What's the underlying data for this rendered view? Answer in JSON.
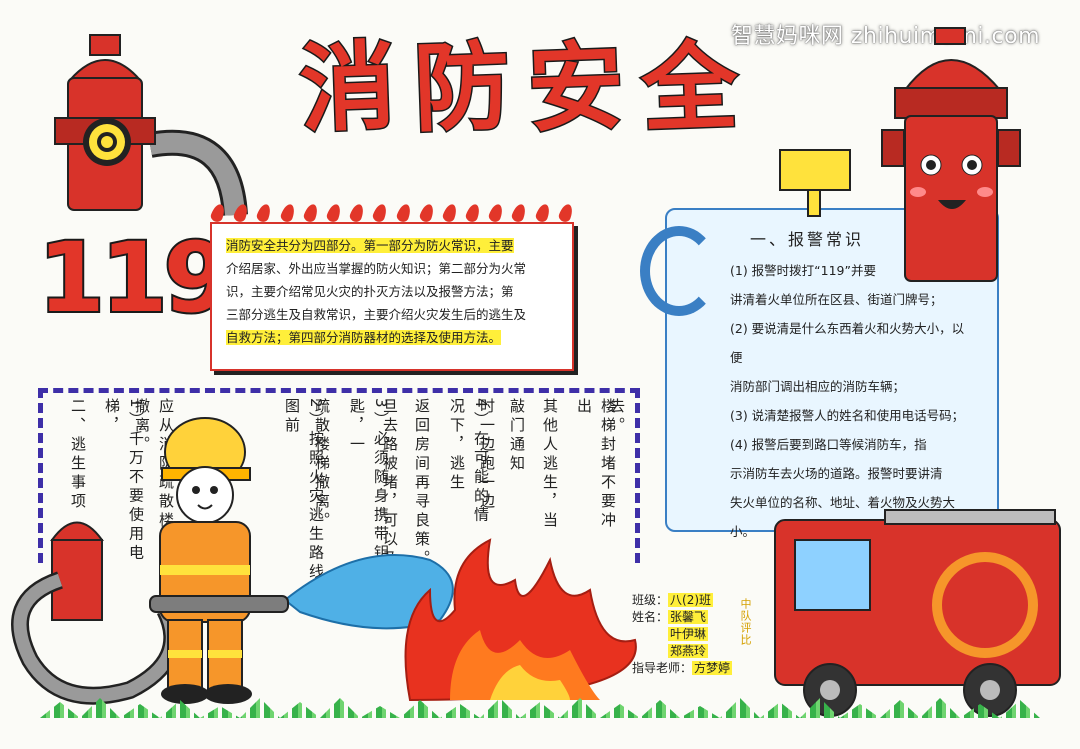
{
  "watermark": "智慧妈咪网 zhihuimami.com",
  "title": [
    "消",
    "防",
    "安",
    "全"
  ],
  "number": "119",
  "intro": {
    "p1": "消防安全共分为四部分。第一部分为防火常识，主要",
    "p2": "介绍居家、外出应当掌握的防火知识；第二部分为火常",
    "p3": "识，主要介绍常见火灾的扑灭方法以及报警方法；第",
    "p4": "三部分逃生及自救常识，主要介绍火灾发生后的逃生及",
    "p5": "自救方法；第四部分消防器材的选择及使用方法。"
  },
  "escape": {
    "heading": "二、逃生事项",
    "item1": "1）千万不要使用电梯，",
    "item1b": "应从消防疏散楼梯撤离。",
    "item2": "2）按照火灾逃生路线图前",
    "item2b": "疏散楼梯撤离。",
    "item3": "3）必须随身携带钥匙，一",
    "item3b": "旦去路被堵，可以及时",
    "item3c": "返回房间再寻良策。",
    "item4": "4）在可能的情况下，逃生",
    "item4b": "时一边跑一边",
    "item4c": "敲门通知",
    "item5": "其他人逃生，当",
    "item5b": "楼梯封堵不要冲出",
    "item5c": "去。"
  },
  "alarm": {
    "heading": "一、报警常识",
    "lines": [
      "(1) 报警时拨打“119”并要",
      "讲清着火单位所在区县、街道门牌号；",
      "(2) 要说清是什么东西着火和火势大小，以便",
      "消防部门调出相应的消防车辆；",
      "(3) 说清楚报警人的姓名和使用电话号码；",
      "(4) 报警后要到路口等候消防车，指",
      "示消防车去火场的道路。报警时要讲清",
      "失火单位的名称、地址、着火物及火势大小。"
    ]
  },
  "info": {
    "class_label": "班级：",
    "class_value": "八(2)班",
    "name_label": "姓名：",
    "names": [
      "张馨飞",
      "叶伊琳",
      "郑燕玲"
    ],
    "side_note": "中队评比",
    "teacher_label": "指导老师：",
    "teacher_value": "方梦婷"
  },
  "colors": {
    "red": "#e23629",
    "yellow": "#ffef3a",
    "blue": "#3a7fc4",
    "purple_dash": "#3e2fa8",
    "orange": "#f6962a"
  }
}
